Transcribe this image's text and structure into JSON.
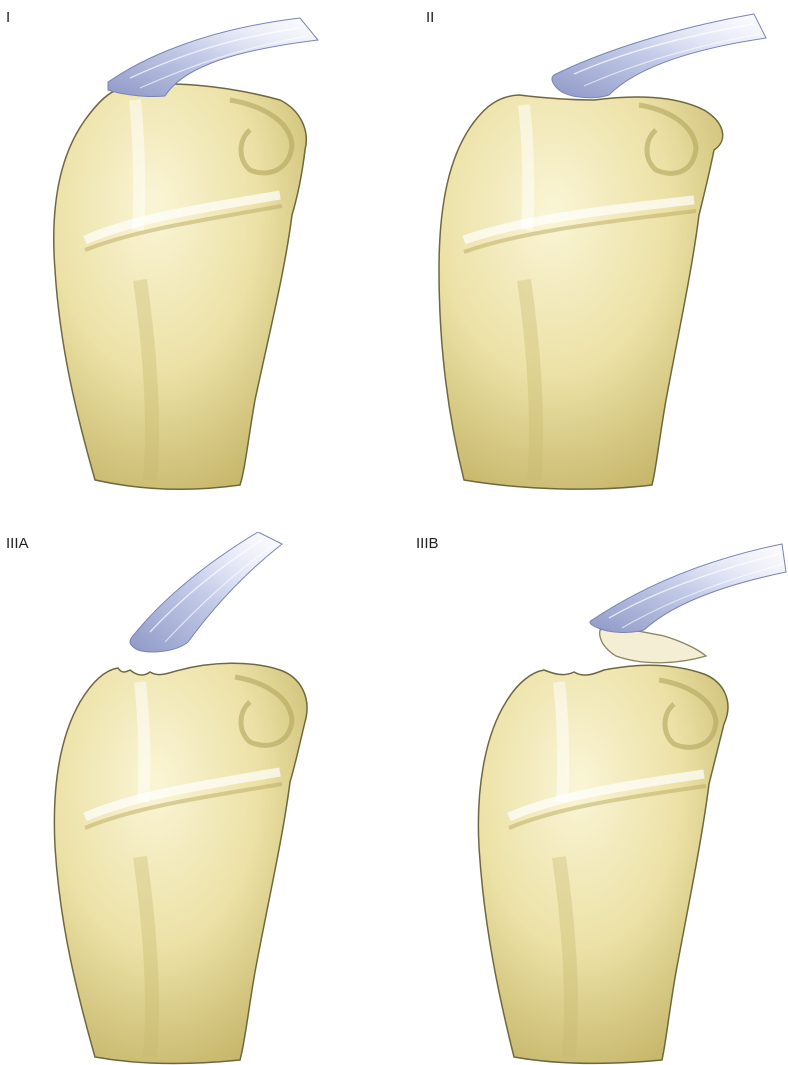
{
  "panels": [
    {
      "label": "I",
      "type": "I"
    },
    {
      "label": "II",
      "type": "II"
    },
    {
      "label": "IIIA",
      "type": "IIIA"
    },
    {
      "label": "IIIB",
      "type": "IIIB"
    }
  ],
  "colors": {
    "bone": "#efe7b4",
    "bone_shadow": "#c4b66a",
    "bone_outline": "#6d6840",
    "ligament": "#c9d0ea",
    "ligament_shadow": "#8e98c4",
    "fragment": "#f3eed4"
  }
}
